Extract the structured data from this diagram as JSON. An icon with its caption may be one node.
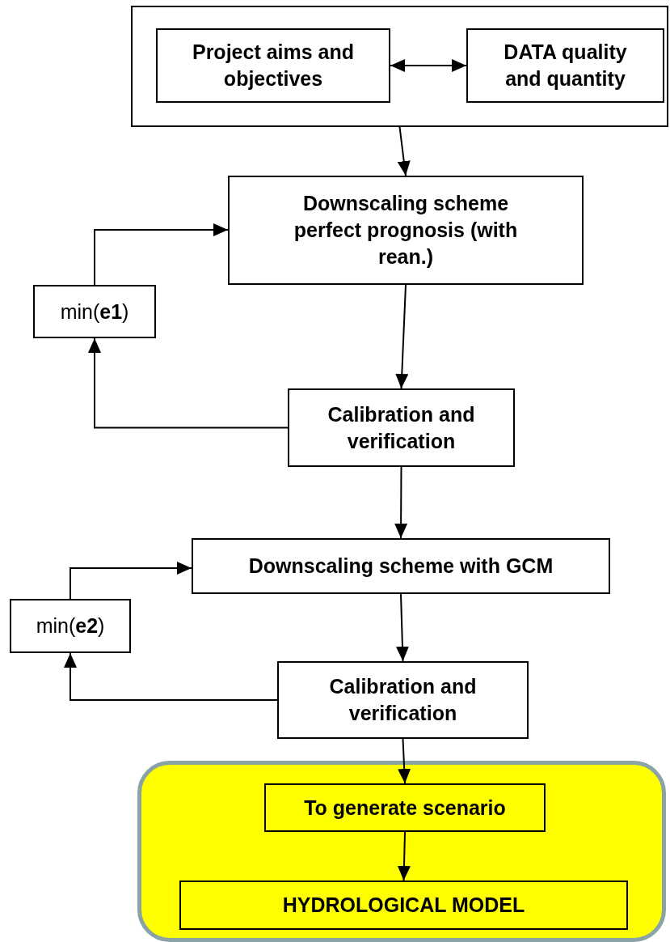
{
  "diagram": {
    "nodes": [
      {
        "text": [],
        "shape": "box"
      },
      {
        "text": [
          "Project aims and objectives"
        ],
        "in": 0
      },
      {
        "text": [
          "DATA quality and quantity"
        ],
        "in": 0
      },
      {
        "text": [
          "Downscaling scheme perfect prognosis (with rean.)"
        ]
      },
      {
        "text": [
          "min(**e1**)"
        ]
      },
      {
        "text": [
          "Calibration and verification"
        ]
      },
      {
        "text": [
          "Downscaling scheme with GCM"
        ]
      },
      {
        "text": [
          "min(**e2**)"
        ]
      },
      {
        "text": [
          "Calibration and verification"
        ]
      },
      {
        "text": [],
        "shape": "box"
      },
      {
        "text": [
          "To generate scenario"
        ],
        "in": 9
      },
      {
        "text": [
          "HYDROLOGICAL MODEL"
        ],
        "in": 9
      }
    ],
    "edges": [
      {
        "from": 1,
        "to": 2,
        "arrow": "both"
      },
      {
        "from": 0,
        "to": 3,
        "arrow": "to"
      },
      {
        "from": 3,
        "to": 5,
        "arrow": "to"
      },
      {
        "from": 5,
        "to": 4,
        "arrow": "to"
      },
      {
        "from": 4,
        "to": 3,
        "arrow": "to"
      },
      {
        "from": 5,
        "to": 6,
        "arrow": "to"
      },
      {
        "from": 6,
        "to": 8,
        "arrow": "to"
      },
      {
        "from": 8,
        "to": 7,
        "arrow": "to"
      },
      {
        "from": 7,
        "to": 6,
        "arrow": "to"
      },
      {
        "from": 8,
        "to": 10,
        "arrow": "to"
      },
      {
        "from": 10,
        "to": 11,
        "arrow": "to"
      }
    ]
  }
}
